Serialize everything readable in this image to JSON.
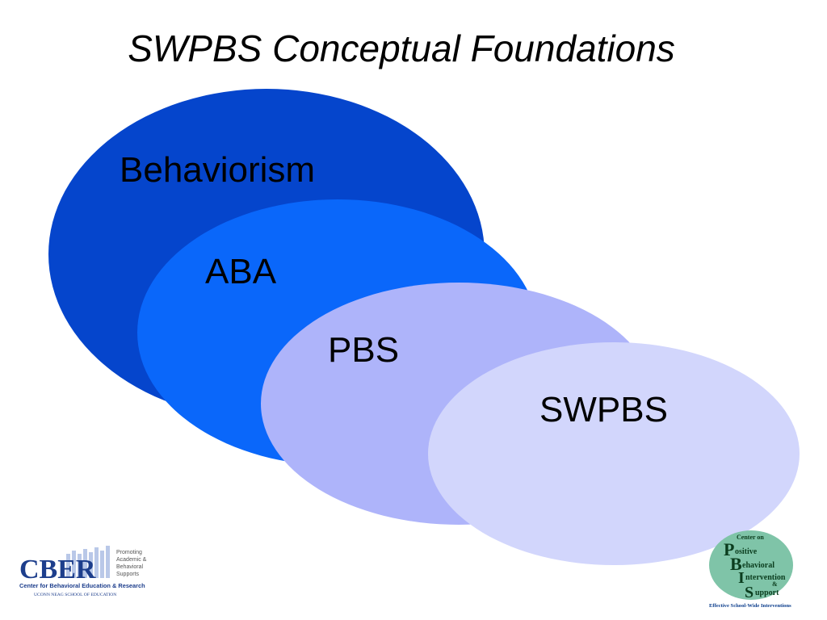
{
  "slide": {
    "title": "SWPBS Conceptual Foundations"
  },
  "diagram": {
    "ellipses": [
      {
        "label": "Behaviorism",
        "color": "#0545CC"
      },
      {
        "label": "ABA",
        "color": "#0A67FA"
      },
      {
        "label": "PBS",
        "color": "#AEB4FA"
      },
      {
        "label": "SWPBS",
        "color": "#D2D6FC"
      }
    ]
  },
  "logos": {
    "cber": {
      "mark": "CBER",
      "tagline": [
        "Promoting",
        "Academic &",
        "Behavioral",
        "Supports"
      ],
      "full_name": "Center for Behavioral Education & Research",
      "school": "UCONN NEAG SCHOOL OF EDUCATION"
    },
    "pbis": {
      "header": "Center on",
      "words": [
        "ositive",
        "ehavioral",
        "ntervention",
        "upport"
      ],
      "letters": [
        "P",
        "B",
        "I",
        "S"
      ],
      "amp": "&",
      "footer": "Effective School-Wide Interventions"
    }
  }
}
